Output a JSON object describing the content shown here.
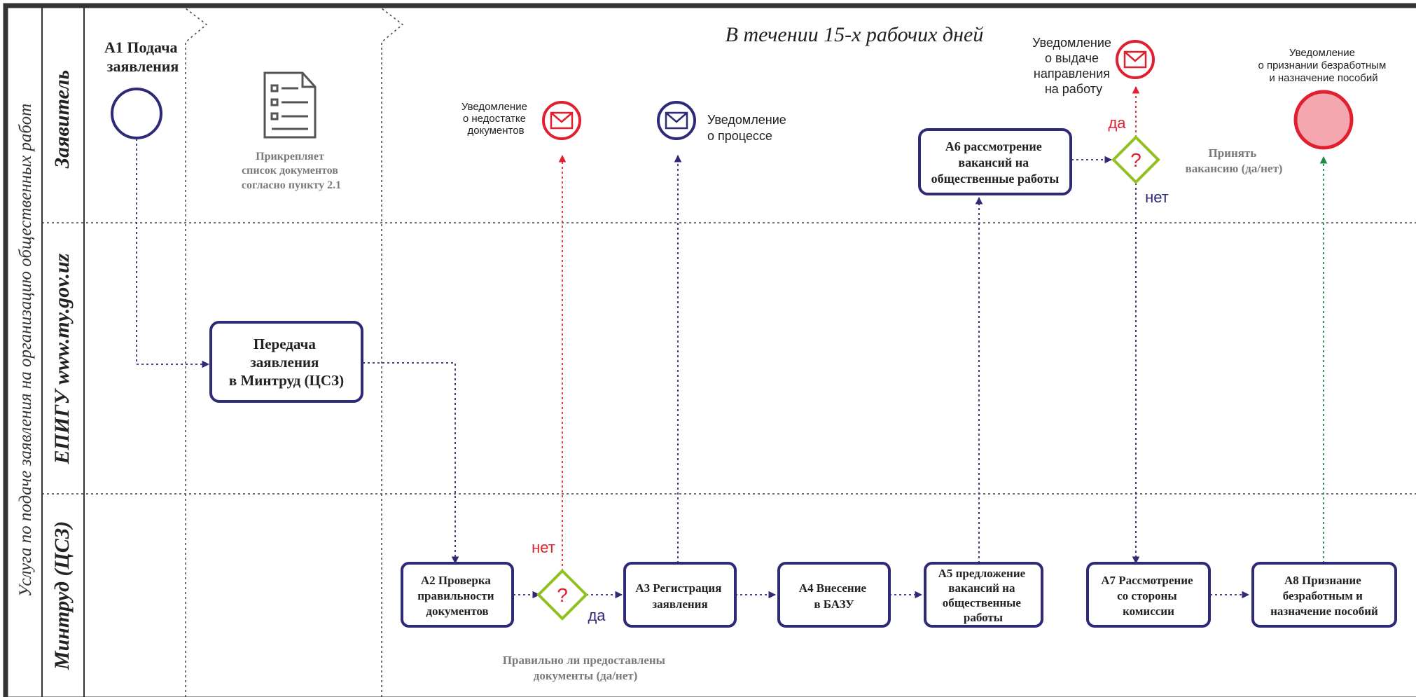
{
  "diagram": {
    "pool_title": "Услуга по подаче заявления на организацию общественных работ",
    "time_note": "В течении 15-х рабочих дней",
    "lanes": [
      {
        "label": "Заявитель"
      },
      {
        "label": "ЕПИГУ www.my.gov.uz"
      },
      {
        "label": "Минтруд (ЦСЗ)"
      }
    ],
    "start_event_label": [
      "А1 Подача",
      "заявления"
    ],
    "attachment_note": [
      "Прикрепляет",
      "список документов",
      "согласно пункту 2.1"
    ],
    "tasks": {
      "transfer": [
        "Передача",
        "заявления",
        "в Минтруд (ЦСЗ)"
      ],
      "a2": [
        "А2 Проверка",
        "правильности",
        "документов"
      ],
      "a3": [
        "А3 Регистрация",
        "заявления"
      ],
      "a4": [
        "А4 Внесение",
        "в БАЗУ"
      ],
      "a5": [
        "А5 предложение",
        "вакансий на",
        "общественные",
        "работы"
      ],
      "a6": [
        "А6 рассмотрение",
        "вакансий на",
        "общественные работы"
      ],
      "a7": [
        "А7 Рассмотрение",
        "со стороны",
        "комиссии"
      ],
      "a8": [
        "А8 Признание",
        "безработным и",
        "назначение пособий"
      ]
    },
    "gateways": {
      "docs_question": [
        "Правильно ли предоставлены",
        "документы (да/нет)"
      ],
      "vacancy_question": [
        "Принять",
        "вакансию (да/нет)"
      ],
      "symbol": "?"
    },
    "notifications": {
      "missing_docs": [
        "Уведомление",
        "о недостатке",
        "документов"
      ],
      "process": [
        "Уведомление",
        "о процессе"
      ],
      "referral": [
        "Уведомление",
        "о выдаче",
        "направления",
        "на работу"
      ],
      "unemployed": [
        "Уведомление",
        "о признании безработным",
        "и назначение пособий"
      ]
    },
    "flow_labels": {
      "no_docs": "нет",
      "yes_docs": "да",
      "yes_vacancy": "да",
      "no_vacancy": "нет"
    },
    "colors": {
      "navy": "#2e2a78",
      "red": "#e0202e",
      "green": "#92c020",
      "green_arrow": "#1e8a4a",
      "grey_text": "#7a7a7a",
      "end_fill": "#f4a7ae",
      "icon_grey": "#555555"
    },
    "icons": {
      "document": "document-list-icon",
      "envelope": "envelope-icon"
    }
  }
}
